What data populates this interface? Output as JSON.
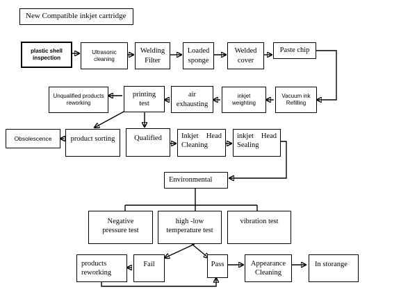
{
  "title": "New Compatible inkjet cartridge",
  "nodes": {
    "plastic_shell": "plastic shell\ninspection",
    "ultrasonic": "Ultrasonic\ncleaning",
    "welding_filter": "Welding\nFilter",
    "loaded_sponge": "Loaded\nsponge",
    "welded_cover": "Welded\ncover",
    "paste_chip": "Paste chip",
    "unqualified": "Unqualified products\nreworking",
    "printing_test": "printing\ntest",
    "air_exhausting": "air\nexhausting",
    "inkjet_weighting": "inkjet\nweighting",
    "vacuum_refilling": "Vacuum ink\nRefilling",
    "obsolescence": "Obsolescence",
    "product_sorting": "product sorting",
    "qualified": "Qualified",
    "head_cleaning": "Inkjet Head\nCleaning",
    "head_sealing": "inkjet Head\nSealing",
    "environmental": "Environmental",
    "negative_pressure": "Negative\npressure test",
    "high_low_temp": "high -low\ntemperature test",
    "vibration": "vibration test",
    "products_reworking": "products\nreworking",
    "fail": "Fail",
    "pass": "Pass",
    "appearance_cleaning": "Appearance\nCleaning",
    "in_storage": "In storange"
  }
}
